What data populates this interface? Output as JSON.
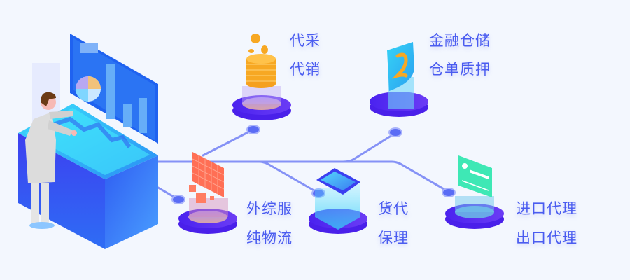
{
  "services": [
    {
      "id": "procurement",
      "lines": [
        "代采",
        "代销"
      ],
      "icon": "coin-stack-icon"
    },
    {
      "id": "warehouse-finance",
      "lines": [
        "金融仓储",
        "仓单质押"
      ],
      "icon": "shield-icon"
    },
    {
      "id": "foreign-trade-logistics",
      "lines": [
        "外综服",
        "纯物流"
      ],
      "icon": "container-blocks-icon"
    },
    {
      "id": "cargo-factoring",
      "lines": [
        "货代",
        "保理"
      ],
      "icon": "screen-panel-icon"
    },
    {
      "id": "import-export",
      "lines": [
        "进口代理",
        "出口代理"
      ],
      "icon": "id-card-icon"
    }
  ],
  "colors": {
    "background": "#f3f7fe",
    "label": "#4a5cf0",
    "line": "#7f8cf7",
    "node": "#5a6cf5",
    "platform": "#5b2cf0",
    "coin": "#f7a823",
    "blocks": "#ff6f55",
    "card": "#3ee8b5",
    "screen": "#1f62f0"
  }
}
